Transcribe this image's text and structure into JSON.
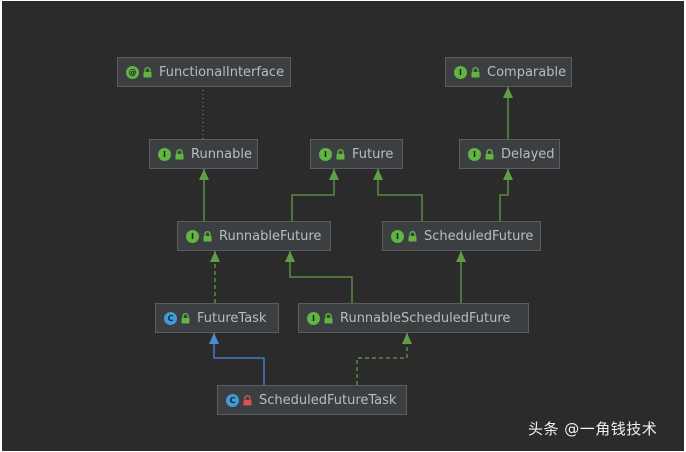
{
  "nodes": {
    "functional_interface": {
      "name": "FunctionalInterface",
      "kind": "annotation",
      "badge_letter": "@",
      "access": "public"
    },
    "comparable": {
      "name": "Comparable",
      "kind": "interface",
      "badge_letter": "I",
      "access": "public"
    },
    "runnable": {
      "name": "Runnable",
      "kind": "interface",
      "badge_letter": "I",
      "access": "public"
    },
    "future": {
      "name": "Future",
      "kind": "interface",
      "badge_letter": "I",
      "access": "public"
    },
    "delayed": {
      "name": "Delayed",
      "kind": "interface",
      "badge_letter": "I",
      "access": "public"
    },
    "runnable_future": {
      "name": "RunnableFuture",
      "kind": "interface",
      "badge_letter": "I",
      "access": "public"
    },
    "scheduled_future": {
      "name": "ScheduledFuture",
      "kind": "interface",
      "badge_letter": "I",
      "access": "public"
    },
    "future_task": {
      "name": "FutureTask",
      "kind": "class",
      "badge_letter": "C",
      "access": "public"
    },
    "runnable_scheduled_future": {
      "name": "RunnableScheduledFuture",
      "kind": "interface",
      "badge_letter": "I",
      "access": "public"
    },
    "scheduled_future_task": {
      "name": "ScheduledFutureTask",
      "kind": "class",
      "badge_letter": "C",
      "access": "private"
    }
  },
  "edges": [
    {
      "from": "runnable",
      "to": "functional_interface",
      "type": "annotated"
    },
    {
      "from": "delayed",
      "to": "comparable",
      "type": "extends"
    },
    {
      "from": "runnable_future",
      "to": "runnable",
      "type": "extends"
    },
    {
      "from": "runnable_future",
      "to": "future",
      "type": "extends"
    },
    {
      "from": "scheduled_future",
      "to": "future",
      "type": "extends"
    },
    {
      "from": "scheduled_future",
      "to": "delayed",
      "type": "extends"
    },
    {
      "from": "future_task",
      "to": "runnable_future",
      "type": "implements"
    },
    {
      "from": "runnable_scheduled_future",
      "to": "runnable_future",
      "type": "extends"
    },
    {
      "from": "runnable_scheduled_future",
      "to": "scheduled_future",
      "type": "extends"
    },
    {
      "from": "scheduled_future_task",
      "to": "future_task",
      "type": "class-extends"
    },
    {
      "from": "scheduled_future_task",
      "to": "runnable_scheduled_future",
      "type": "implements"
    }
  ],
  "colors": {
    "background": "#2b2b2b",
    "node_fill": "#3c3f41",
    "node_border": "#5b5d60",
    "node_text": "#bbbbbb",
    "interface_badge": "#62b543",
    "class_badge": "#3f9bd7",
    "extends_edge": "#5f9e48",
    "implements_edge": "#5f9e48",
    "class_extends_edge": "#4a8bd6",
    "annotation_edge": "#7a7a7a",
    "lock_public": "#62b543",
    "lock_private": "#d9534f"
  },
  "watermark": "头条 @一角钱技术"
}
